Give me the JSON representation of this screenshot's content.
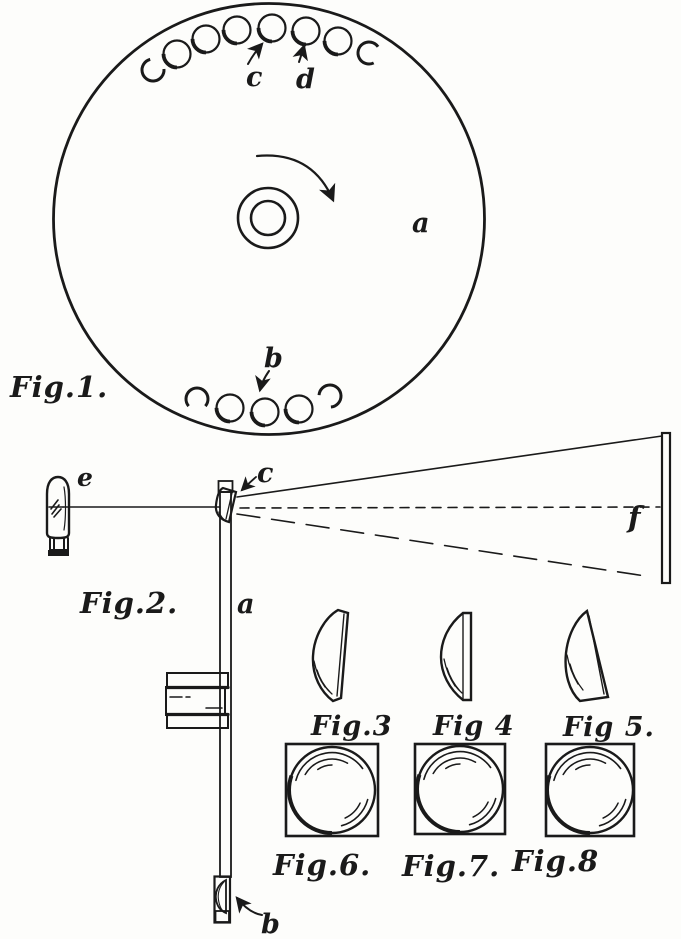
{
  "page": {
    "background": "#fdfdfb",
    "ink": "#1a1a1a",
    "description": "Patent-style line drawing sheet with eight figures"
  },
  "figures": {
    "fig1": {
      "caption": "Fig.1.",
      "labels": {
        "a": "a",
        "b": "b",
        "c": "c",
        "d": "d"
      }
    },
    "fig2": {
      "caption": "Fig.2.",
      "labels": {
        "a": "a",
        "b": "b",
        "c": "c",
        "e": "e",
        "f": "f"
      }
    },
    "fig3": {
      "caption": "Fig.3"
    },
    "fig4": {
      "caption": "Fig 4"
    },
    "fig5": {
      "caption": "Fig 5."
    },
    "fig6": {
      "caption": "Fig.6."
    },
    "fig7": {
      "caption": "Fig.7."
    },
    "fig8": {
      "caption": "Fig.8"
    }
  }
}
